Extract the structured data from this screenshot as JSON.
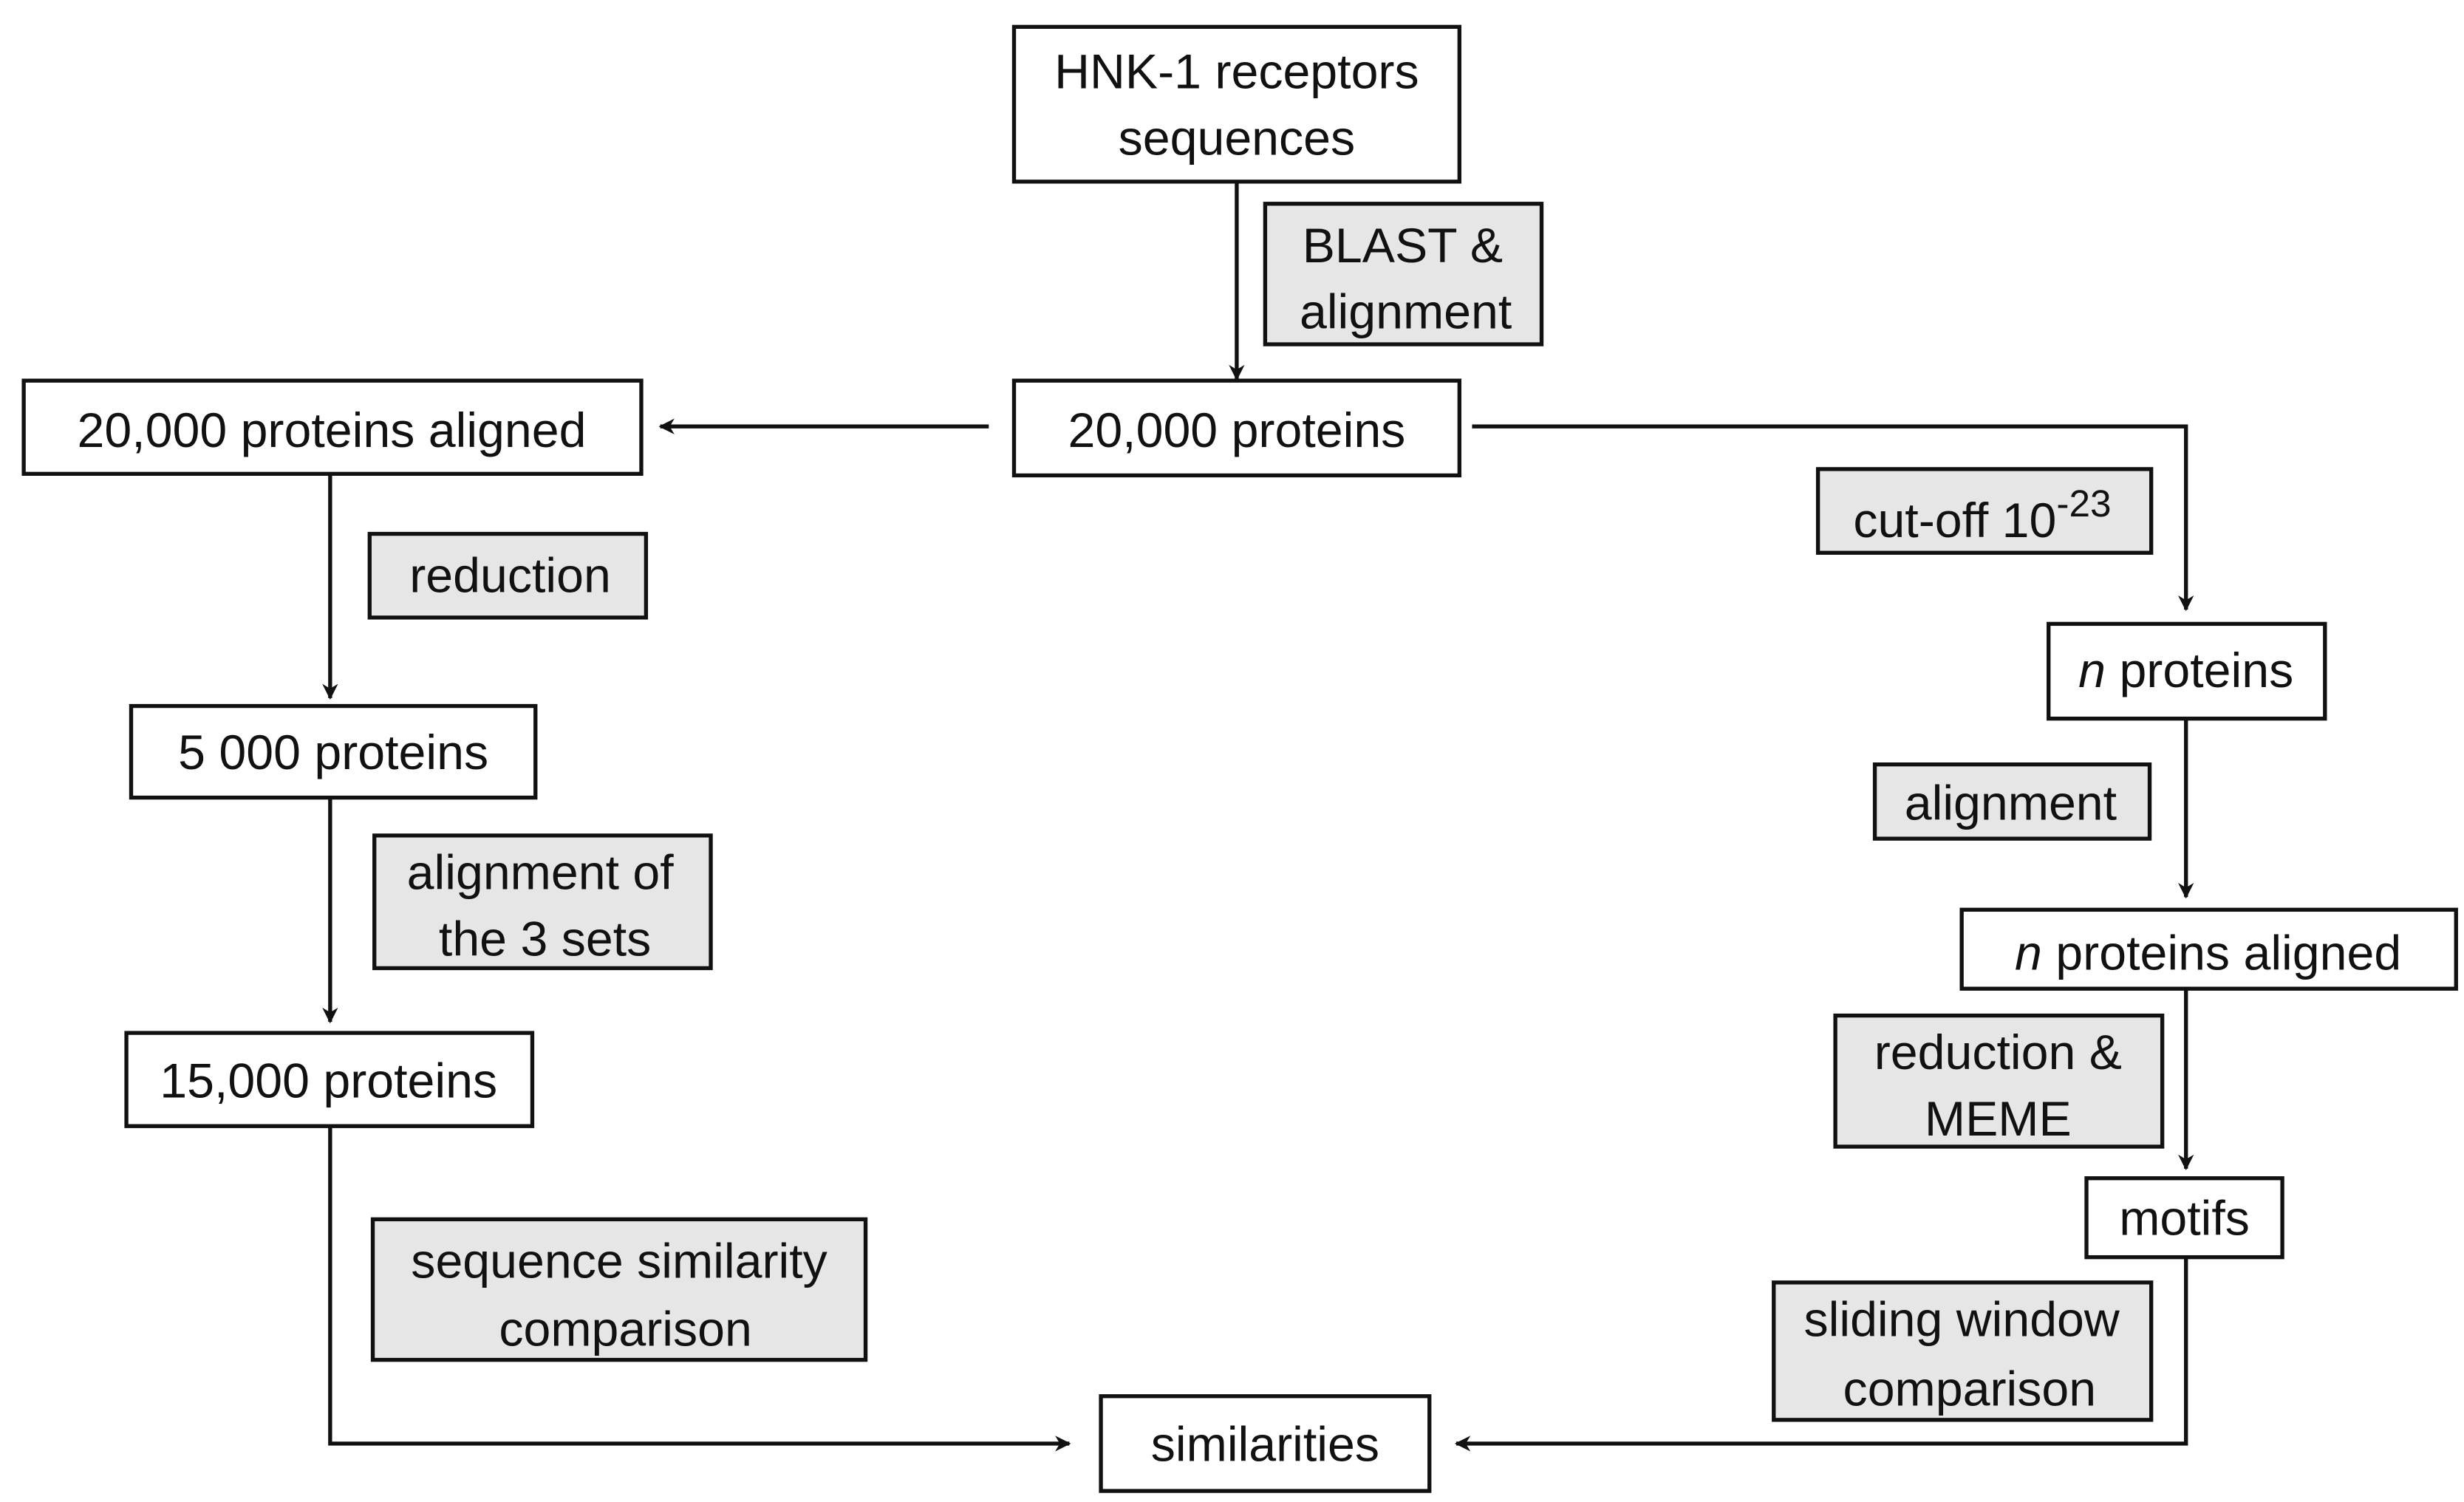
{
  "nodes": {
    "hnk1": {
      "line1": "HNK-1 receptors",
      "line2": "sequences"
    },
    "proteins_20000": "20,000 proteins",
    "proteins_20000_aligned": "20,000 proteins aligned",
    "proteins_5000": "5 000 proteins",
    "proteins_15000": "15,000 proteins",
    "similarities": "similarities",
    "n_proteins": {
      "n": "n",
      "rest": " proteins"
    },
    "n_proteins_aligned": {
      "n": "n",
      "rest": " proteins aligned"
    },
    "motifs": "motifs"
  },
  "steps": {
    "blast": {
      "line1": "BLAST &",
      "line2": "alignment"
    },
    "reduction": "reduction",
    "alignment_3_sets": {
      "line1": "alignment of",
      "line2": "the 3 sets"
    },
    "sequence_similarity": {
      "line1": "sequence similarity",
      "line2": "comparison"
    },
    "cutoff": {
      "base": "cut-off 10",
      "exponent": "-23"
    },
    "alignment": "alignment",
    "reduction_meme": {
      "line1": "reduction &",
      "line2": "MEME"
    },
    "sliding_window": {
      "line1": "sliding window",
      "line2": "comparison"
    }
  },
  "colors": {
    "step_fill": "#e6e6e6",
    "node_fill": "#ffffff",
    "stroke": "#111111"
  }
}
